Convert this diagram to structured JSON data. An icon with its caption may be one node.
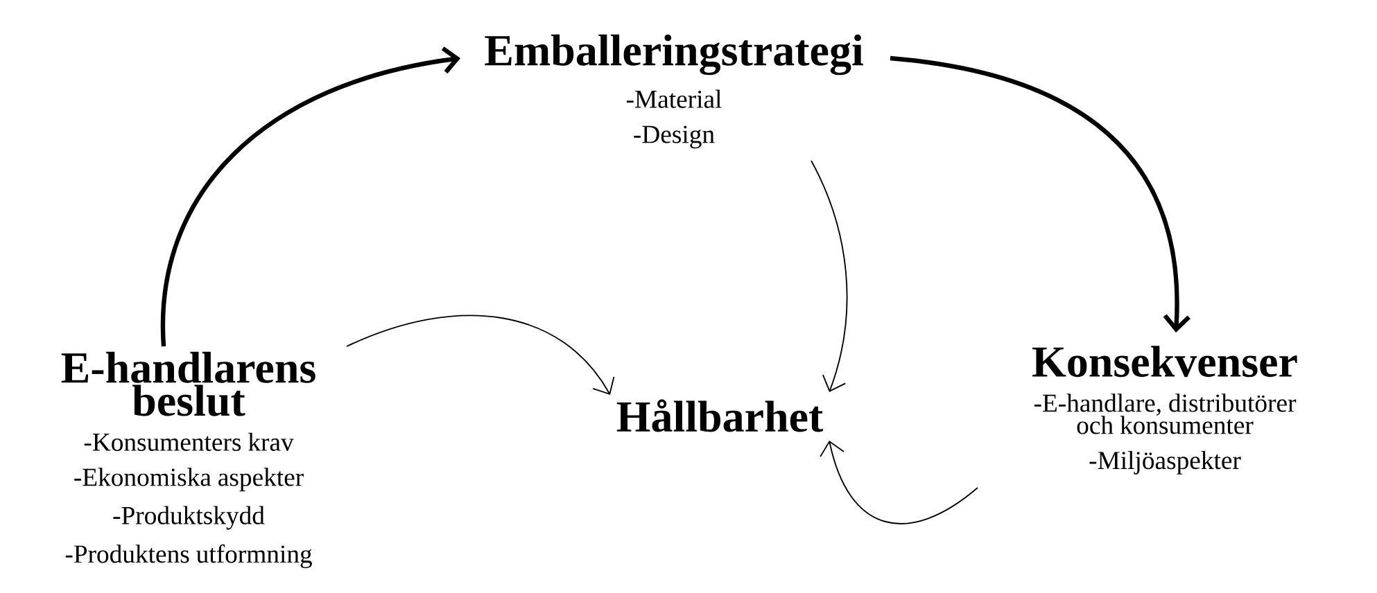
{
  "diagram": {
    "nodes": [
      {
        "text": [
          "Emballeringstrategi",
          "-Material",
          "-Design"
        ]
      },
      {
        "text": [
          "Konsekvenser",
          "-E-handlare, distributörer och konsumenter",
          "-Miljöaspekter"
        ]
      },
      {
        "text": [
          "Hållbarhet"
        ]
      },
      {
        "text": [
          "E-handlarens beslut",
          "-Konsumenters krav",
          "-Ekonomiska aspekter",
          "-Produktskydd",
          "-Produktens utformning"
        ]
      }
    ],
    "edges": [
      {
        "from": 3,
        "to": 0,
        "arrow": "to",
        "style": "thick"
      },
      {
        "from": 0,
        "to": 1,
        "arrow": "to",
        "style": "thick"
      },
      {
        "from": 0,
        "to": 2,
        "arrow": "to"
      },
      {
        "from": 3,
        "to": 2,
        "arrow": "to"
      },
      {
        "from": 1,
        "to": 2,
        "arrow": "to"
      }
    ]
  }
}
